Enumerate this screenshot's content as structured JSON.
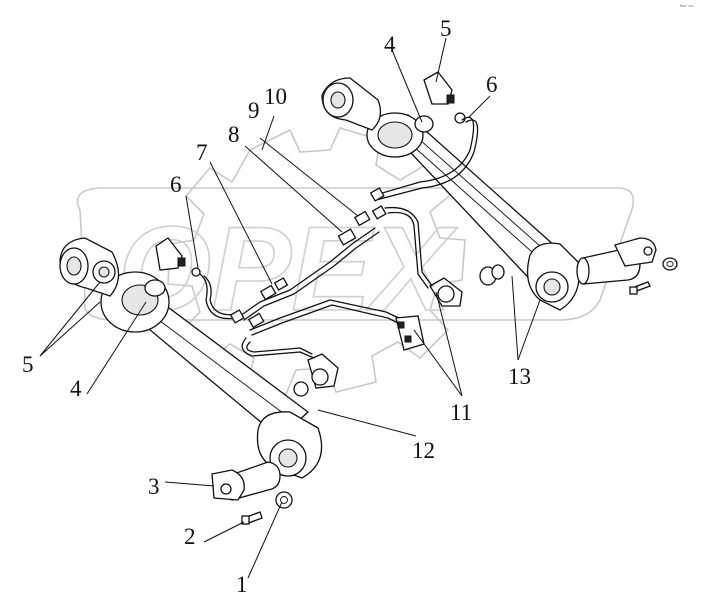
{
  "watermark": {
    "text": "OPEX"
  },
  "corner_note": "ᴺᵉʷ˙ᵒᵒᵒ",
  "callouts": [
    {
      "id": "1",
      "text": "1"
    },
    {
      "id": "2",
      "text": "2"
    },
    {
      "id": "3",
      "text": "3"
    },
    {
      "id": "4a",
      "text": "4"
    },
    {
      "id": "4b",
      "text": "4"
    },
    {
      "id": "5a",
      "text": "5"
    },
    {
      "id": "5b",
      "text": "5"
    },
    {
      "id": "6a",
      "text": "6"
    },
    {
      "id": "6b",
      "text": "6"
    },
    {
      "id": "7",
      "text": "7"
    },
    {
      "id": "8",
      "text": "8"
    },
    {
      "id": "9",
      "text": "9"
    },
    {
      "id": "10",
      "text": "10"
    },
    {
      "id": "11",
      "text": "11"
    },
    {
      "id": "12",
      "text": "12"
    },
    {
      "id": "13",
      "text": "13"
    }
  ]
}
